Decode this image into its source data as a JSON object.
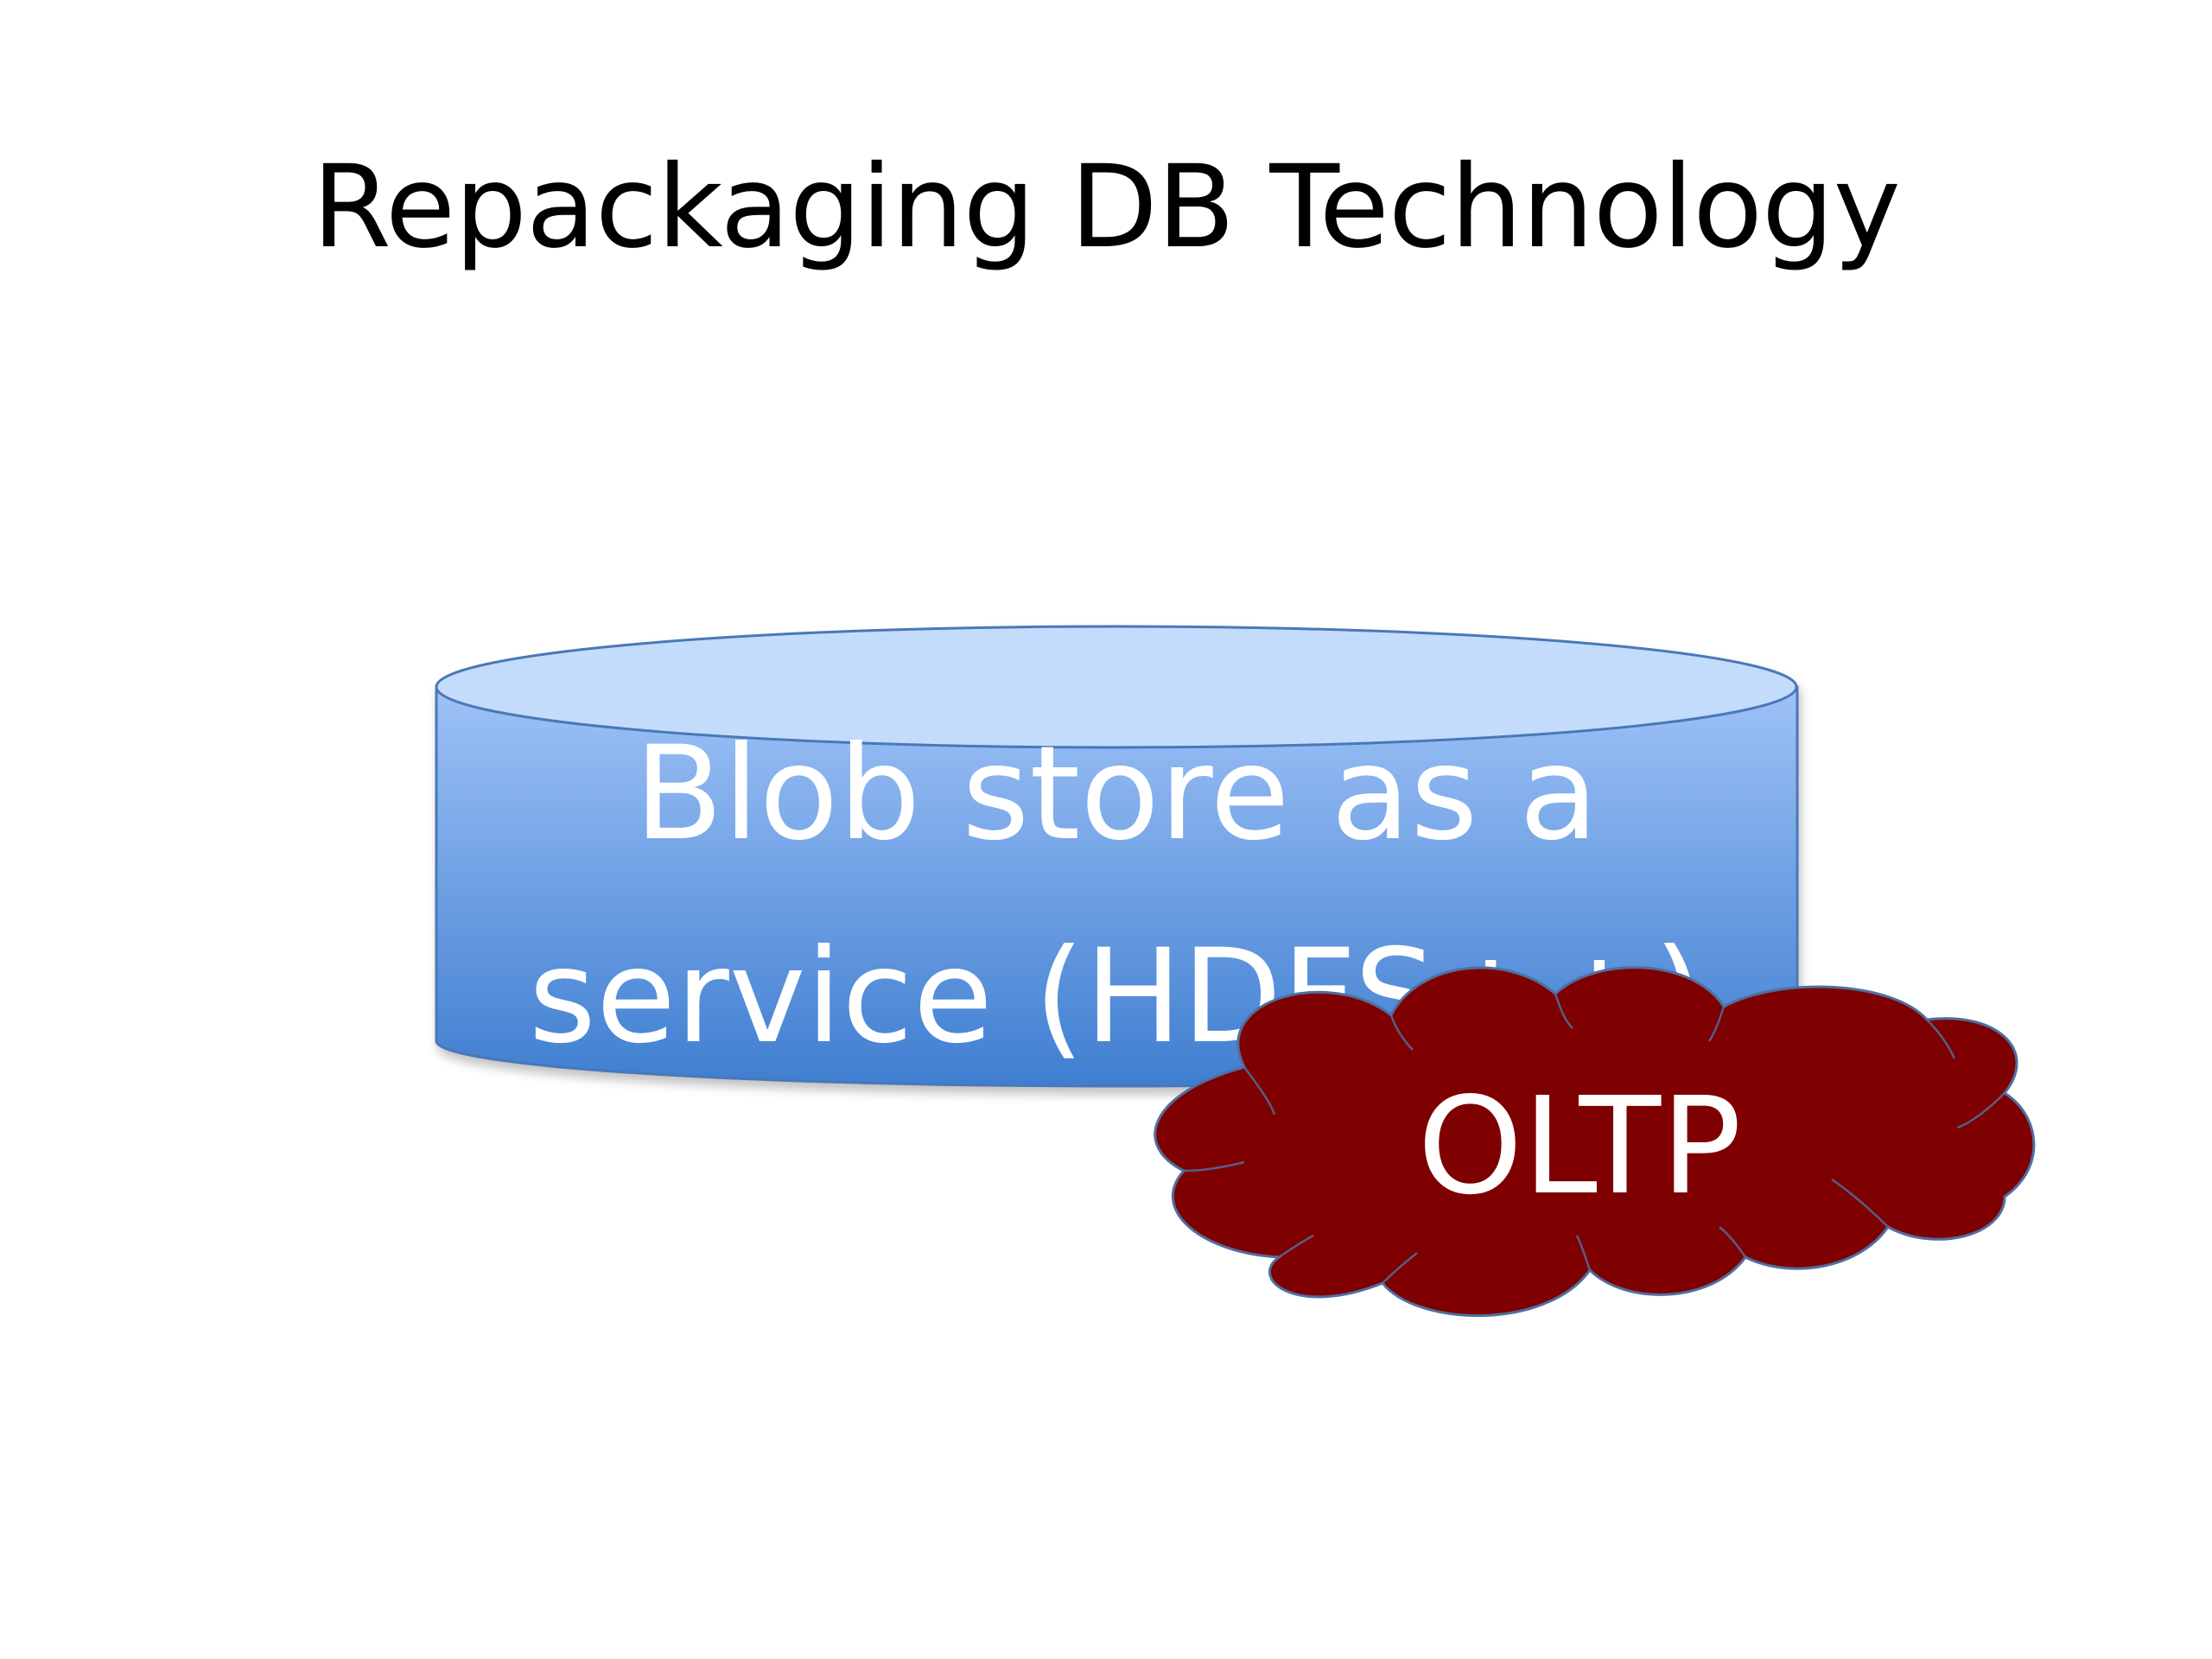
{
  "slide": {
    "title": "Repackaging DB Technology"
  },
  "diagram": {
    "nodes": [
      {
        "id": "blob-store",
        "shape": "cylinder",
        "label_lines": [
          "Blob store as a",
          "service (HDFS++)"
        ],
        "fill_top": "#c4dcfc",
        "fill_gradient_start": "#9ec2f7",
        "fill_gradient_end": "#3f7ed0",
        "stroke": "#4a78b8"
      },
      {
        "id": "oltp",
        "shape": "cloud",
        "label": "OLTP",
        "fill": "#7f0000",
        "stroke": "#4f6fa0"
      }
    ]
  }
}
